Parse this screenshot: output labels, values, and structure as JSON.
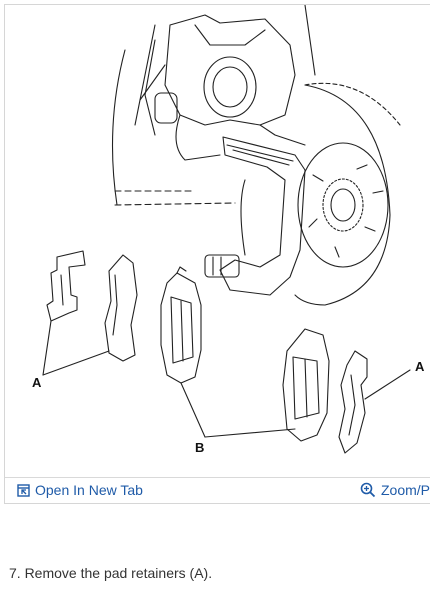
{
  "figure": {
    "callouts": {
      "a_left": "A",
      "a_right": "A",
      "b": "B"
    },
    "toolbar": {
      "open_label": "Open In New Tab",
      "zoom_label": "Zoom/Pr",
      "open_icon": "open-in-new-tab-icon",
      "zoom_icon": "magnifier-zoom-icon"
    }
  },
  "step": {
    "text": "7. Remove the pad retainers (A)."
  },
  "colors": {
    "link": "#1f5ba8",
    "text": "#333333",
    "border": "#d6d6d6"
  }
}
